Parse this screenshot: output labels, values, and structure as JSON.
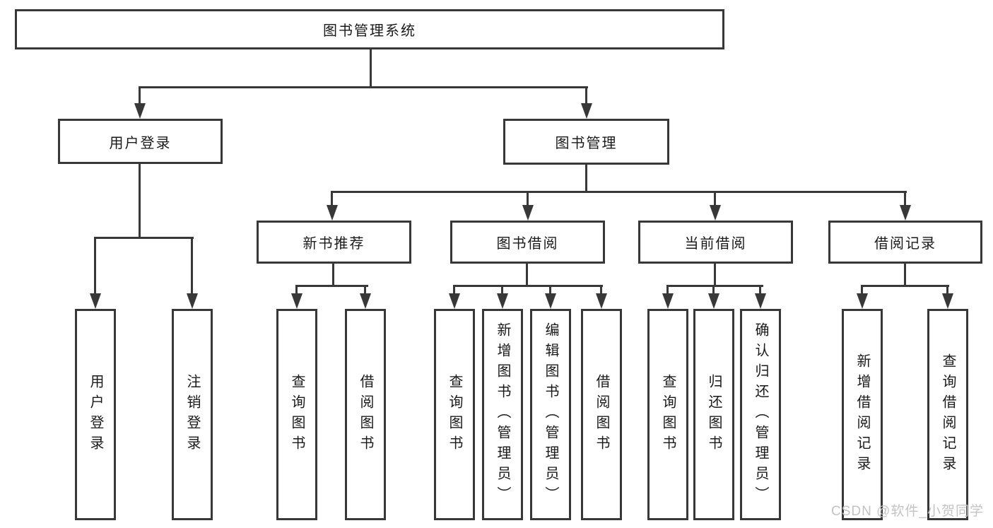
{
  "diagram": {
    "root": "图书管理系统",
    "level2": [
      "用户登录",
      "图书管理"
    ],
    "level3": [
      "新书推荐",
      "图书借阅",
      "当前借阅",
      "借阅记录"
    ],
    "leaves": {
      "login": [
        "用户登录",
        "注销登录"
      ],
      "newbook": [
        "查询图书",
        "借阅图书"
      ],
      "borrow": [
        "查询图书",
        "新增图书（管理员）",
        "编辑图书（管理员）",
        "借阅图书"
      ],
      "current": [
        "查询图书",
        "归还图书",
        "确认归还（管理员）"
      ],
      "records": [
        "新增借阅记录",
        "查询借阅记录"
      ]
    }
  },
  "watermark": "CSDN @软件_小贺同学",
  "colors": {
    "line": "#383838",
    "text": "#1a1a1a",
    "watermark": "#c3c3c3",
    "background": "#ffffff"
  }
}
